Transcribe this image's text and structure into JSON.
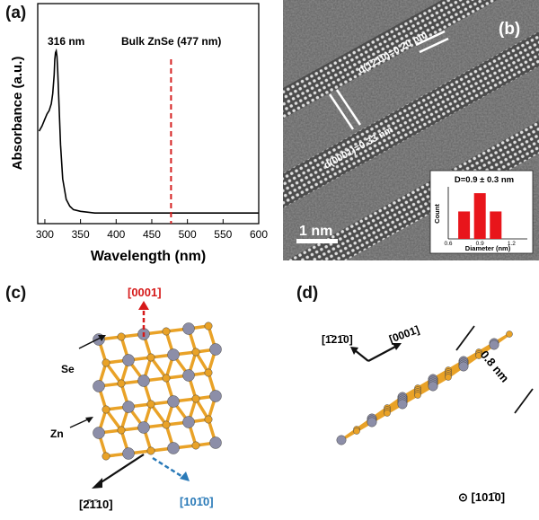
{
  "panels": {
    "a": {
      "label": "(a)"
    },
    "b": {
      "label": "(b)"
    },
    "c": {
      "label": "(c)"
    },
    "d": {
      "label": "(d)"
    }
  },
  "chart_data": [
    {
      "type": "line",
      "panel": "a",
      "xlabel": "Wavelength (nm)",
      "ylabel": "Absorbance (a.u.)",
      "xlim": [
        290,
        600
      ],
      "x_ticks": [
        "300",
        "350",
        "400",
        "450",
        "500",
        "550",
        "600"
      ],
      "annotations": {
        "peak": "316 nm",
        "bulk": "Bulk ZnSe (477 nm)"
      },
      "bulk_line_x": 477,
      "bulk_line_color": "#d62020",
      "series": [
        {
          "x": [
            292,
            296,
            300,
            303,
            306,
            309,
            311,
            313,
            314,
            315,
            316,
            317,
            318,
            320,
            322,
            325,
            330,
            335,
            340,
            350,
            370,
            400,
            450,
            500,
            550,
            600
          ],
          "y": [
            0.5,
            0.53,
            0.57,
            0.6,
            0.62,
            0.66,
            0.72,
            0.83,
            0.92,
            0.96,
            0.97,
            0.94,
            0.86,
            0.64,
            0.42,
            0.22,
            0.1,
            0.06,
            0.04,
            0.03,
            0.02,
            0.02,
            0.02,
            0.02,
            0.02,
            0.02
          ]
        }
      ]
    },
    {
      "type": "bar",
      "panel": "b-inset",
      "title": "D=0.9 ± 0.3 nm",
      "xlabel": "Diameter (nm)",
      "ylabel": "Count",
      "categories": [
        "0.6",
        "0.9",
        "1.2"
      ],
      "x": [
        0.75,
        0.9,
        1.05
      ],
      "values": [
        3,
        5,
        3
      ],
      "bar_color": "#e8151b"
    }
  ],
  "tem": {
    "d1210": "d(1̄21̄0)=0.20 nm",
    "d0001": "d(0001)=0.33 nm",
    "scale": "1 nm"
  },
  "panel_c": {
    "dir_0001": "[0001]",
    "dir_2110": "[2̄1̄10]",
    "dir_1010": "[101̄0]",
    "label_se": "Se",
    "label_zn": "Zn"
  },
  "panel_d": {
    "dir_1210": "[1̄21̄0]",
    "dir_0001": "[0001]",
    "width": "0.8 nm",
    "view": "⊙ [101̄0]"
  },
  "colors": {
    "zn": "#e9a227",
    "se": "#8c8ea8",
    "red_arrow": "#d61a1a",
    "blue_arrow": "#2a7ab8"
  }
}
